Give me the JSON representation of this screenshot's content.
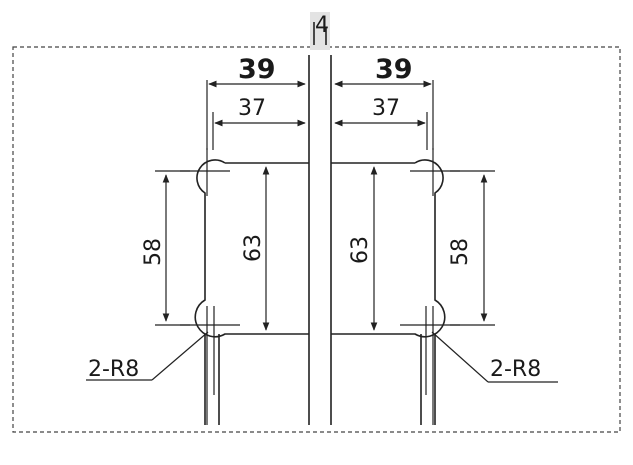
{
  "drawing": {
    "gap_label": "4",
    "left": {
      "outer_width": "39",
      "inner_width": "37",
      "hole_spacing": "58",
      "height": "63",
      "radius_note": "2-R8"
    },
    "right": {
      "outer_width": "39",
      "inner_width": "37",
      "hole_spacing": "58",
      "height": "63",
      "radius_note": "2-R8"
    }
  }
}
